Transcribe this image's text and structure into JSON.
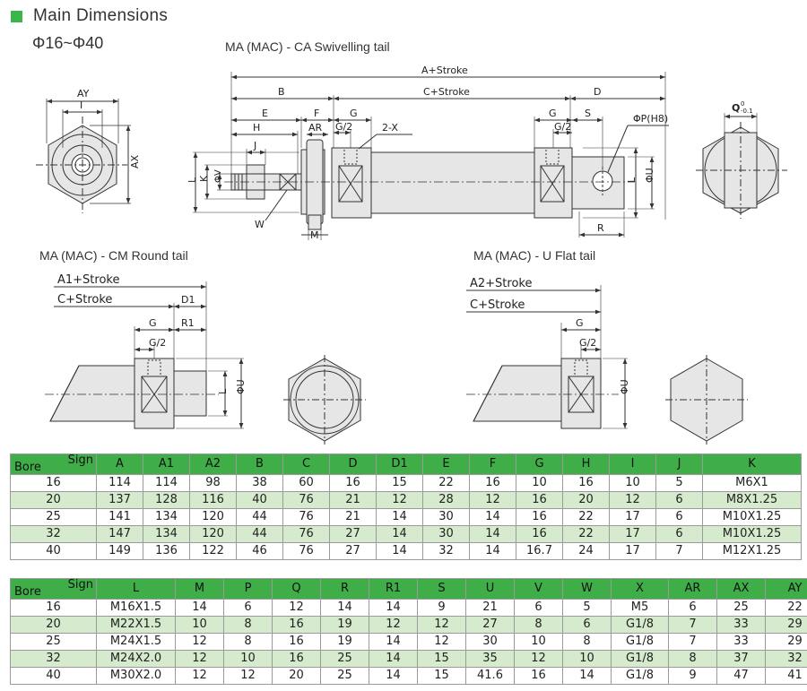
{
  "header": {
    "title": "Main Dimensions",
    "range": "Φ16~Φ40"
  },
  "captions": {
    "ca": "MA (MAC) - CA Swivelling tail",
    "cm": "MA (MAC) - CM Round tail",
    "u": "MA (MAC) - U Flat tail"
  },
  "dims": {
    "ay": "AY",
    "i": "I",
    "ax": "AX",
    "a_stroke": "A+Stroke",
    "b": "B",
    "c_stroke": "C+Stroke",
    "d": "D",
    "e": "E",
    "f": "F",
    "g": "G",
    "g2": "G/2",
    "x2": "2-X",
    "s": "S",
    "p": "ΦP(H8)",
    "q": "Q",
    "q_tol": "-0.1",
    "q_tol_top": "0",
    "h": "H",
    "ar": "AR",
    "j": "J",
    "l": "L",
    "k": "K",
    "v": "ΦV",
    "w": "W",
    "m": "M",
    "u": "ΦU",
    "r": "R",
    "a1_stroke": "A1+Stroke",
    "d1": "D1",
    "r1": "R1",
    "a2_stroke": "A2+Stroke"
  },
  "table1": {
    "corner_bore": "Bore",
    "corner_sign": "Sign",
    "columns": [
      "A",
      "A1",
      "A2",
      "B",
      "C",
      "D",
      "D1",
      "E",
      "F",
      "G",
      "H",
      "I",
      "J",
      "K"
    ],
    "rows": [
      [
        "16",
        "114",
        "114",
        "98",
        "38",
        "60",
        "16",
        "15",
        "22",
        "16",
        "10",
        "16",
        "10",
        "5",
        "M6X1"
      ],
      [
        "20",
        "137",
        "128",
        "116",
        "40",
        "76",
        "21",
        "12",
        "28",
        "12",
        "16",
        "20",
        "12",
        "6",
        "M8X1.25"
      ],
      [
        "25",
        "141",
        "134",
        "120",
        "44",
        "76",
        "21",
        "14",
        "30",
        "14",
        "16",
        "22",
        "17",
        "6",
        "M10X1.25"
      ],
      [
        "32",
        "147",
        "134",
        "120",
        "44",
        "76",
        "27",
        "14",
        "30",
        "14",
        "16",
        "22",
        "17",
        "6",
        "M10X1.25"
      ],
      [
        "40",
        "149",
        "136",
        "122",
        "46",
        "76",
        "27",
        "14",
        "32",
        "14",
        "16.7",
        "24",
        "17",
        "7",
        "M12X1.25"
      ]
    ]
  },
  "table2": {
    "corner_bore": "Bore",
    "corner_sign": "Sign",
    "columns": [
      "L",
      "M",
      "P",
      "Q",
      "R",
      "R1",
      "S",
      "U",
      "V",
      "W",
      "X",
      "AR",
      "AX",
      "AY"
    ],
    "rows": [
      [
        "16",
        "M16X1.5",
        "14",
        "6",
        "12",
        "14",
        "14",
        "9",
        "21",
        "6",
        "5",
        "M5",
        "6",
        "25",
        "22"
      ],
      [
        "20",
        "M22X1.5",
        "10",
        "8",
        "16",
        "19",
        "12",
        "12",
        "27",
        "8",
        "6",
        "G1/8",
        "7",
        "33",
        "29"
      ],
      [
        "25",
        "M24X1.5",
        "12",
        "8",
        "16",
        "19",
        "14",
        "12",
        "30",
        "10",
        "8",
        "G1/8",
        "7",
        "33",
        "29"
      ],
      [
        "32",
        "M24X2.0",
        "12",
        "10",
        "16",
        "25",
        "14",
        "15",
        "35",
        "12",
        "10",
        "G1/8",
        "8",
        "37",
        "32"
      ],
      [
        "40",
        "M30X2.0",
        "12",
        "12",
        "20",
        "25",
        "14",
        "15",
        "41.6",
        "16",
        "14",
        "G1/8",
        "9",
        "47",
        "41"
      ]
    ]
  },
  "colors": {
    "accent": "#3bb54a",
    "header_bg": "#3fae49",
    "alt_row": "#d6ebcd",
    "part_fill": "#e6e6e6"
  }
}
